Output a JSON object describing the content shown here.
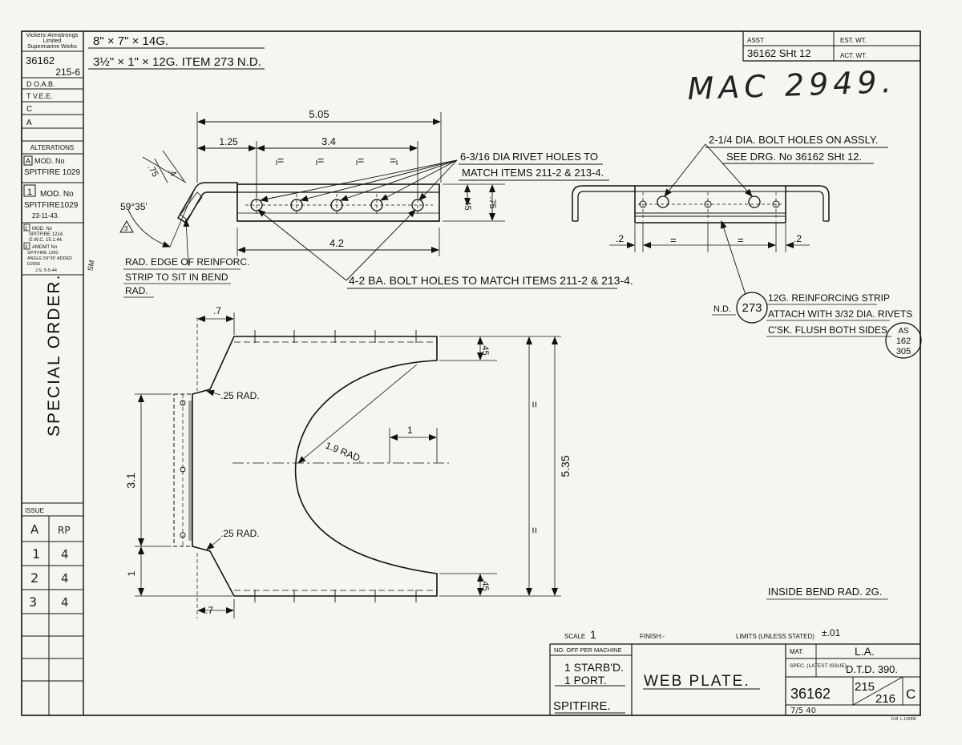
{
  "title_block": {
    "company": [
      "Vickers-Armstrongs",
      "Limited",
      "Supermarine Works"
    ],
    "drawing_no": "36162",
    "drawing_ref": "215-6",
    "approvals": [
      "D O.A.B.",
      "T V.E.E.",
      "C",
      "A"
    ],
    "alterations_heading": "ALTERATIONS",
    "alteration_a": [
      "A",
      "MOD. No",
      "SPITFIRE 1029"
    ],
    "alteration_1": [
      "1",
      "MOD. No",
      "SPITFIRE1029",
      "23-11-43."
    ],
    "alteration_2": [
      "2",
      "MOD. No",
      "SPITFIRE 1214.",
      "G.W.C. 15.1.44."
    ],
    "alteration_3": [
      "3",
      "AMDMT No",
      "SPITFIRE 1290",
      "ANGLE 59°35' ADDED",
      "D2955",
      "J.S. 5-5-44"
    ],
    "special_order": "SPECIAL ORDER.",
    "issue_heading": "ISSUE",
    "issue_rows": [
      [
        "A",
        "RP"
      ],
      [
        "1",
        "4"
      ],
      [
        "2",
        "4"
      ],
      [
        "3",
        "4"
      ]
    ],
    "material_1": "8\" × 7\" × 14G.",
    "material_2": "3½\" × 1\" × 12G.  ITEM 273 N.D.",
    "asst_label": "ASST",
    "asst_value": "36162 SHt 12",
    "est_wt": "EST. WT.",
    "act_wt": "ACT. WT.",
    "handwritten": "MAC 2949.",
    "scale_label": "SCALE",
    "scale_value": "1",
    "finish_label": "FINISH:-",
    "limits_label": "LIMITS (UNLESS STATED)",
    "limits_value": "±.01",
    "no_off_label": "NO. OFF PER MACHINE",
    "starbd": "1 STARB'D.",
    "port": "1 PORT.",
    "aircraft": "SPITFIRE.",
    "part_title": "WEB  PLATE.",
    "mat_label": "MAT.",
    "mat_value": "L.A.",
    "spec_label": "SPEC. (LATEST ISSUE)",
    "spec_value": "D.T.D. 390.",
    "sheet_no": "36162",
    "sheet_a": "215",
    "sheet_b": "216",
    "sheet_c": "C",
    "date_note": "7/5 40",
    "corner_ref": "D.B. L.12/000"
  },
  "dimensions": {
    "overall_length": "5.05",
    "offset_1": "1.25",
    "offset_2": "3.4",
    "bolt_span": "4.2",
    "h_45": ".45",
    "h_75": ".75",
    "flange_75": ".75",
    "flange_4": ".4",
    "angle": "59°35'",
    "edge_2_left": ".2",
    "edge_2_right": ".2",
    "equal_mark": "=",
    "web_7_top": ".7",
    "web_7_bottom": ".7",
    "web_45_top": ".45",
    "web_45_bottom": ".45",
    "web_height": "5.35",
    "web_31": "3.1",
    "web_1_left": "1",
    "web_1_top": "1",
    "rad_25_top": ".25 RAD.",
    "rad_25_bottom": ".25 RAD.",
    "rad_19": "1.9 RAD."
  },
  "notes": {
    "rivet_holes": [
      "6-3/16 DIA RIVET HOLES TO",
      "MATCH ITEMS 211-2 & 213-4."
    ],
    "bolt_holes_assy": [
      "2-1/4 DIA. BOLT HOLES ON ASSLY.",
      "SEE DRG. No 36162 SHt 12."
    ],
    "reinforce_edge": [
      "RAD. EDGE OF REINFORC.",
      "STRIP TO SIT IN BEND",
      "RAD."
    ],
    "ba_bolt_holes": "4-2 BA. BOLT HOLES TO MATCH ITEMS 211-2 & 213-4.",
    "strip_nd": "N.D.",
    "strip_item": "273",
    "strip_text": [
      "12G. REINFORCING STRIP",
      "ATTACH WITH 3/32 DIA. RIVETS",
      "C'SK. FLUSH BOTH SIDES"
    ],
    "as_ref": [
      "AS",
      "162",
      "305"
    ],
    "inside_bend": "INSIDE BEND RAD. 2G.",
    "triangle_mark": "3",
    "sm_mark": "SM"
  }
}
